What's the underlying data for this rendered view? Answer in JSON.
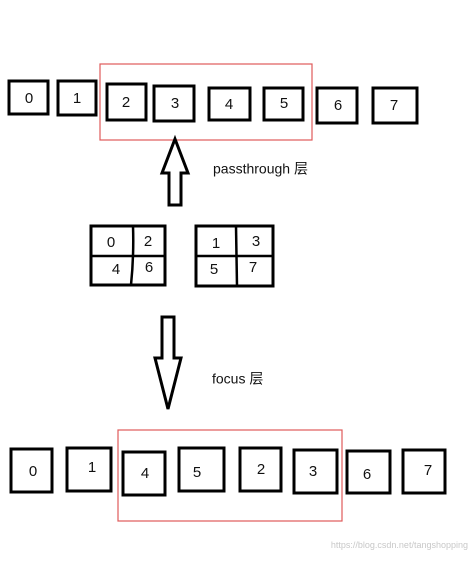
{
  "top_row": [
    "0",
    "1",
    "2",
    "3",
    "4",
    "5",
    "6",
    "7"
  ],
  "passthrough_label": "passthrough 层",
  "grid_left": [
    "0",
    "2",
    "4",
    "6"
  ],
  "grid_right": [
    "1",
    "3",
    "5",
    "7"
  ],
  "focus_label": "focus 层",
  "bottom_row": [
    "0",
    "1",
    "4",
    "5",
    "2",
    "3",
    "6",
    "7"
  ],
  "watermark": "https://blog.csdn.net/tangshopping",
  "colors": {
    "highlight": "#e05a5a",
    "stroke": "#000000"
  }
}
